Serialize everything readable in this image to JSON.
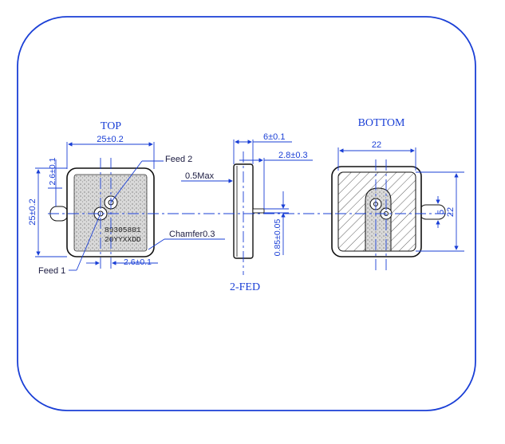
{
  "views": {
    "top": "TOP",
    "bottom": "BOTTOM",
    "side": "2-FED"
  },
  "labels": {
    "feed1": "Feed 1",
    "feed2": "Feed 2",
    "chamfer": "Chamfer0.3",
    "max_thickness": "0.5Max"
  },
  "dimensions": {
    "top_width": "25±0.2",
    "top_height": "25±0.2",
    "top_offset_v": "2.6±0.1",
    "top_offset_h": "2.6±0.1",
    "side_thickness": "6±0.1",
    "side_pin": "2.8±0.3",
    "side_pin_dia": "0.85±0.05",
    "bottom_width": "22",
    "bottom_height": "22",
    "bottom_pin": "5"
  },
  "marking": {
    "line1": "89305801",
    "line2": "20YYXXDD"
  },
  "colors": {
    "frame": "#1a3fd6",
    "dimension": "#1a3fd6",
    "outline": "#111111"
  }
}
